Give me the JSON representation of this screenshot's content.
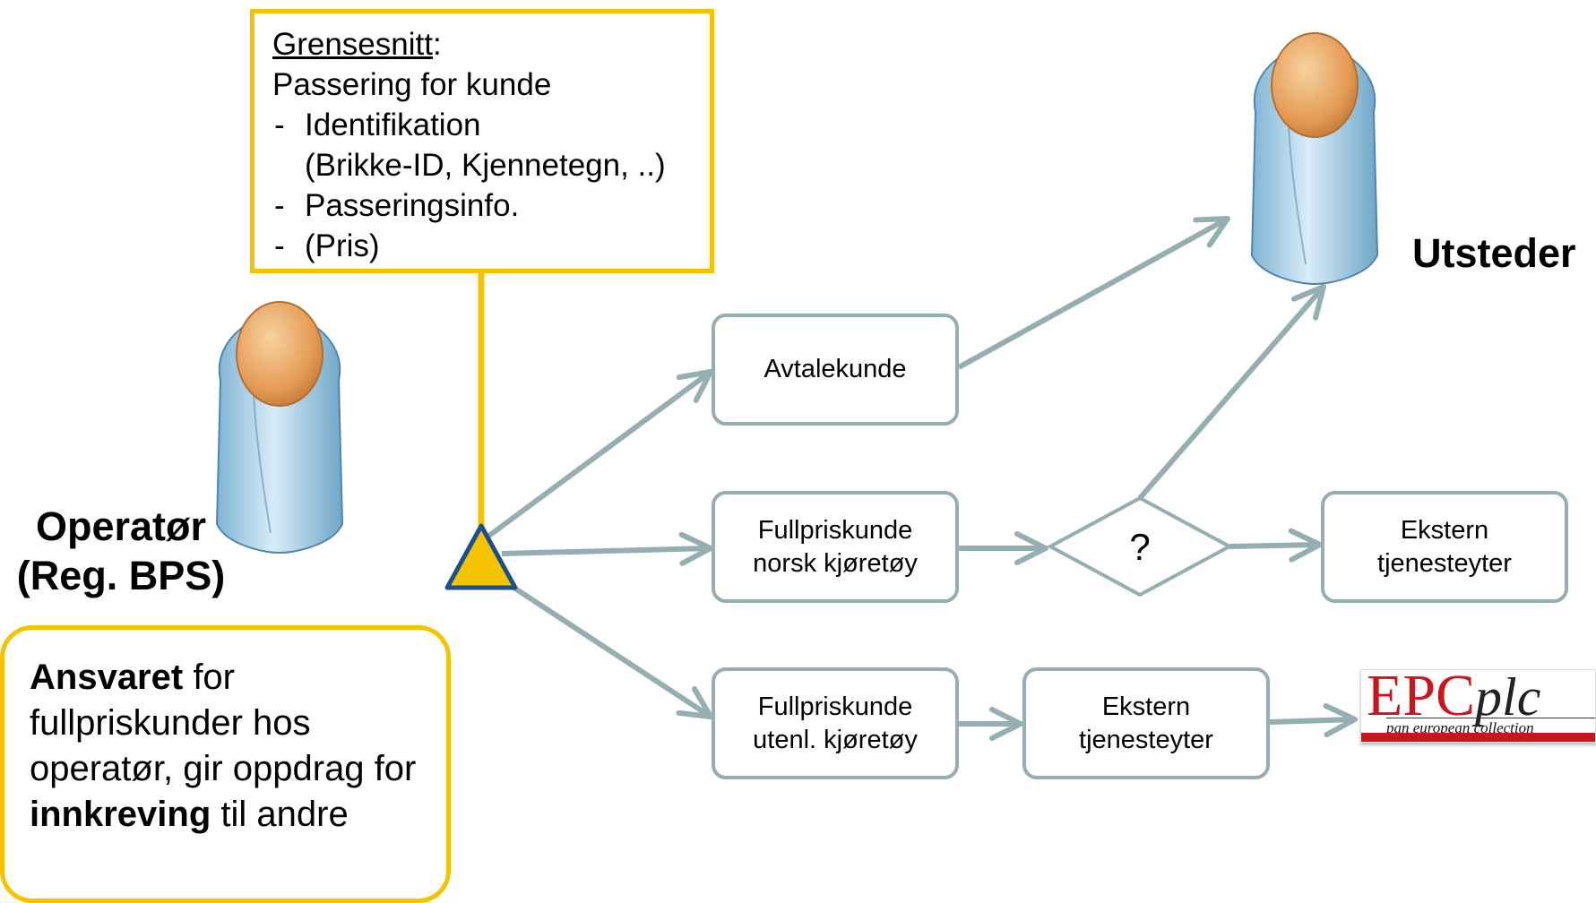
{
  "interface_note": {
    "title": "Grensesnitt",
    "title_suffix": ":",
    "subtitle": "Passering for kunde",
    "items": [
      {
        "line1": "Identifikation",
        "line2": "(Brikke-ID, Kjennetegn, ..)"
      },
      {
        "line1": "Passeringsinfo.",
        "line2": ""
      },
      {
        "line1": "(Pris)",
        "line2": ""
      }
    ]
  },
  "actors": {
    "operator": {
      "line1": "Operatør",
      "line2": "(Reg. BPS)",
      "icon": "person-icon"
    },
    "issuer": {
      "label": "Utsteder",
      "icon": "person-icon"
    }
  },
  "nodes": {
    "avtalekunde": {
      "line1": "Avtalekunde"
    },
    "fullpris_norsk": {
      "line1": "Fullpriskunde",
      "line2": "norsk kjøretøy"
    },
    "fullpris_utenl": {
      "line1": "Fullpriskunde",
      "line2": "utenl. kjøretøy"
    },
    "ekstern_1": {
      "line1": "Ekstern",
      "line2": "tjenesteyter"
    },
    "ekstern_2": {
      "line1": "Ekstern",
      "line2": "tjenesteyter"
    },
    "decision": {
      "label": "?"
    }
  },
  "responsibility_note": {
    "p1_bold": "Ansvaret",
    "p1_rest": " for fullpriskunder hos operatør, gir oppdrag for ",
    "p2_bold": "innkreving",
    "p2_rest": " til andre"
  },
  "logo": {
    "main": "EPC",
    "suffix": "plc",
    "tagline": "pan european collection"
  },
  "colors": {
    "arrow": "#94aeb1",
    "highlight": "#f5c300",
    "triangle_fill": "#f5c300",
    "triangle_stroke": "#1f4e8c",
    "logo_red": "#c9151b"
  }
}
